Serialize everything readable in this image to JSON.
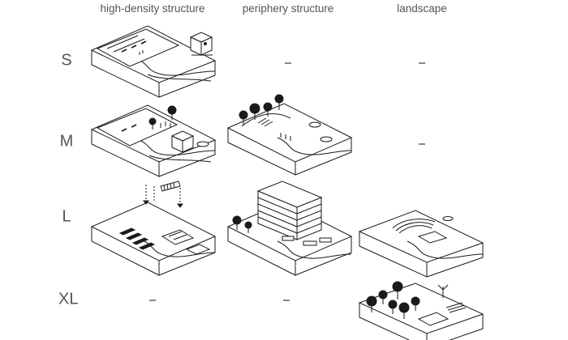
{
  "columns": [
    "high-density structure",
    "periphery structure",
    "landscape"
  ],
  "rows": [
    "S",
    "M",
    "L",
    "XL"
  ],
  "empty_marker": "-",
  "colors": {
    "line": "#1a1a1a",
    "text": "#555555",
    "dash": "#888888"
  }
}
